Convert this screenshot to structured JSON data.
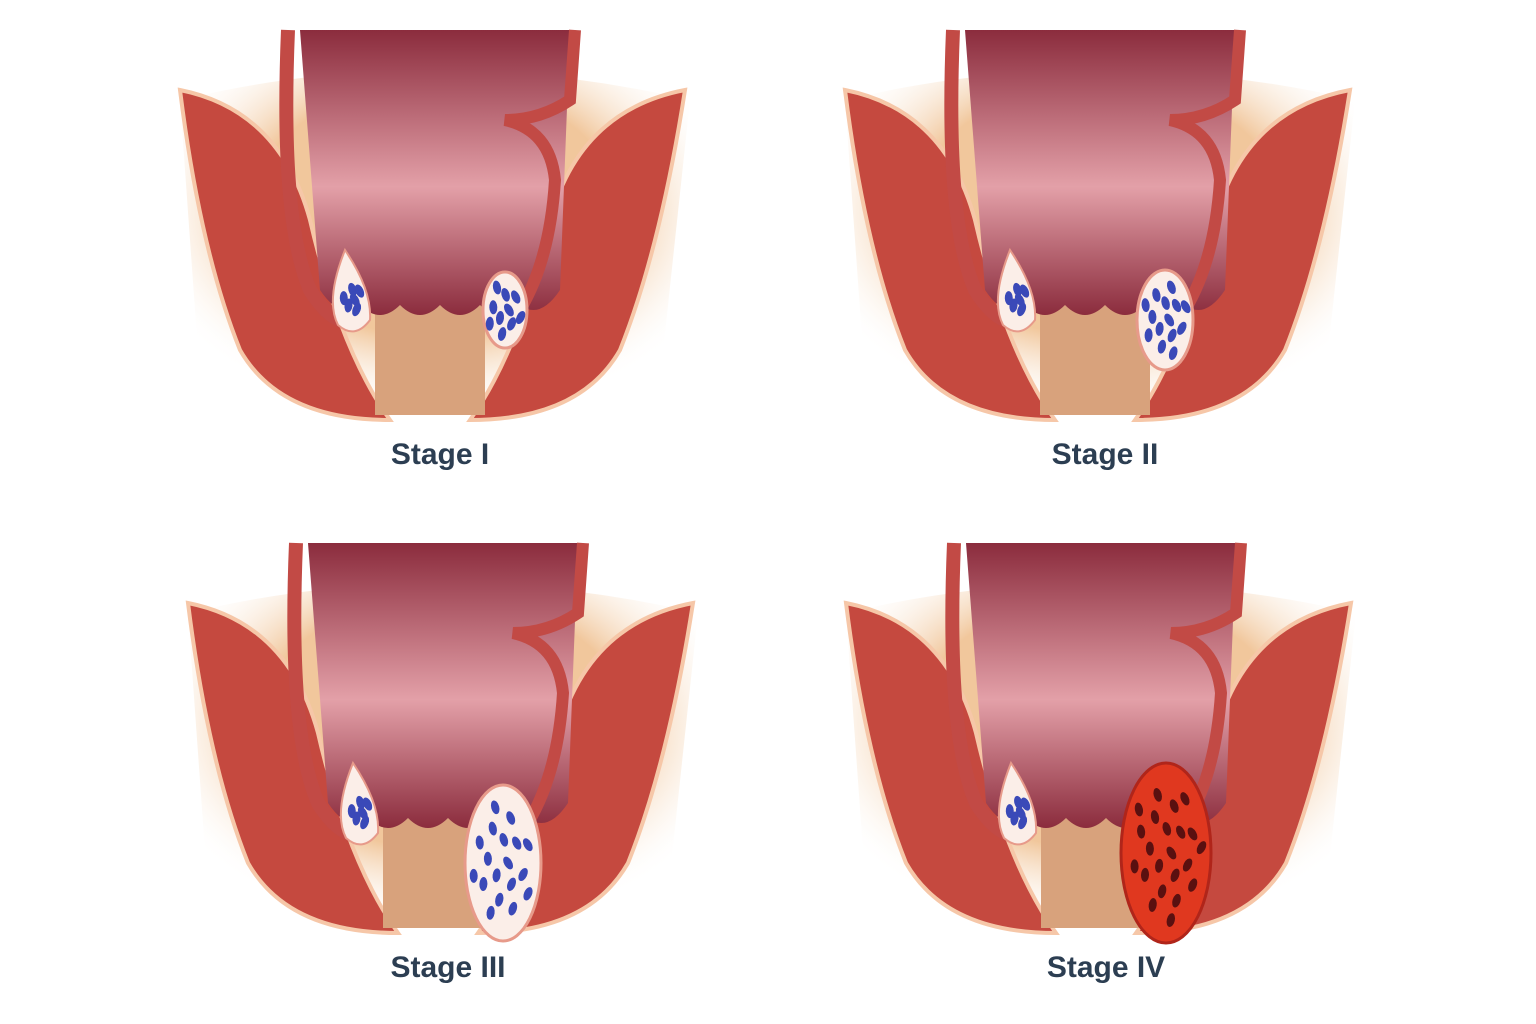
{
  "stages": [
    {
      "label": "Stage I",
      "severity": 1
    },
    {
      "label": "Stage II",
      "severity": 2
    },
    {
      "label": "Stage III",
      "severity": 3
    },
    {
      "label": "Stage IV",
      "severity": 4
    }
  ],
  "colors": {
    "label": "#2c3e52",
    "fat": "#f1c79c",
    "muscle": "#c5493f",
    "lumen_dark": "#8b2c3d",
    "lumen_light": "#e3a0a8",
    "canal": "#d8a27c",
    "vein": "#3a49b8",
    "thrombosed": "#e0381f"
  }
}
